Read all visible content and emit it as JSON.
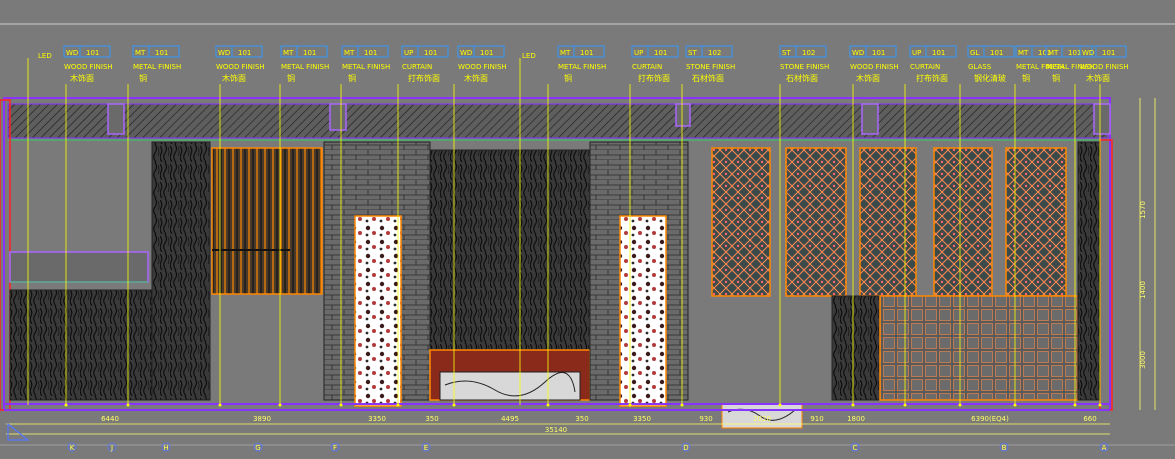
{
  "drawing": {
    "led_label": "LED",
    "tags": [
      {
        "code": "WD",
        "num": "101",
        "en": "WOOD FINISH",
        "cn": "木饰面"
      },
      {
        "code": "MT",
        "num": "101",
        "en": "METAL FINISH",
        "cn": "铜"
      },
      {
        "code": "WD",
        "num": "101",
        "en": "WOOD FINISH",
        "cn": "木饰面"
      },
      {
        "code": "MT",
        "num": "101",
        "en": "METAL FINISH",
        "cn": "铜"
      },
      {
        "code": "MT",
        "num": "101",
        "en": "METAL FINISH",
        "cn": "铜"
      },
      {
        "code": "UP",
        "num": "101",
        "en": "CURTAIN",
        "cn": "打布饰面"
      },
      {
        "code": "WD",
        "num": "101",
        "en": "WOOD FINISH",
        "cn": "木饰面"
      },
      {
        "code": "MT",
        "num": "101",
        "en": "METAL FINISH",
        "cn": "铜"
      },
      {
        "code": "UP",
        "num": "101",
        "en": "CURTAIN",
        "cn": "打布饰面"
      },
      {
        "code": "ST",
        "num": "102",
        "en": "STONE FINISH",
        "cn": "石材饰面"
      },
      {
        "code": "ST",
        "num": "102",
        "en": "STONE FINISH",
        "cn": "石材饰面"
      },
      {
        "code": "WD",
        "num": "101",
        "en": "WOOD FINISH",
        "cn": "木饰面"
      },
      {
        "code": "UP",
        "num": "101",
        "en": "CURTAIN",
        "cn": "打布饰面"
      },
      {
        "code": "GL",
        "num": "101",
        "en": "GLASS",
        "cn": "钢化清玻"
      },
      {
        "code": "MT",
        "num": "101",
        "en": "METAL FINISH",
        "cn": "铜"
      },
      {
        "code": "MT",
        "num": "101",
        "en": "METAL FINISH",
        "cn": "铜"
      },
      {
        "code": "WD",
        "num": "101",
        "en": "WOOD FINISH",
        "cn": "木饰面"
      }
    ],
    "dimensions": [
      "6440",
      "3890",
      "3350",
      "350",
      "4495",
      "350",
      "3350",
      "930",
      "2020",
      "910",
      "1800",
      "6390(EQ4)",
      "660"
    ],
    "total_dimension": "35140",
    "grid_labels": [
      "K",
      "J",
      "H",
      "G",
      "F",
      "E",
      "D",
      "C",
      "B",
      "A"
    ],
    "vertical_dims": [
      "1570",
      "1400",
      "3000"
    ],
    "colors": {
      "background": "#7a7a7a",
      "leader": "#ffff00",
      "tag_box": "#3399ff",
      "wall_outline": "#8833ff",
      "wood_orange": "#ff8800",
      "edge_red": "#ff2222",
      "green_line": "#33cc66"
    }
  }
}
